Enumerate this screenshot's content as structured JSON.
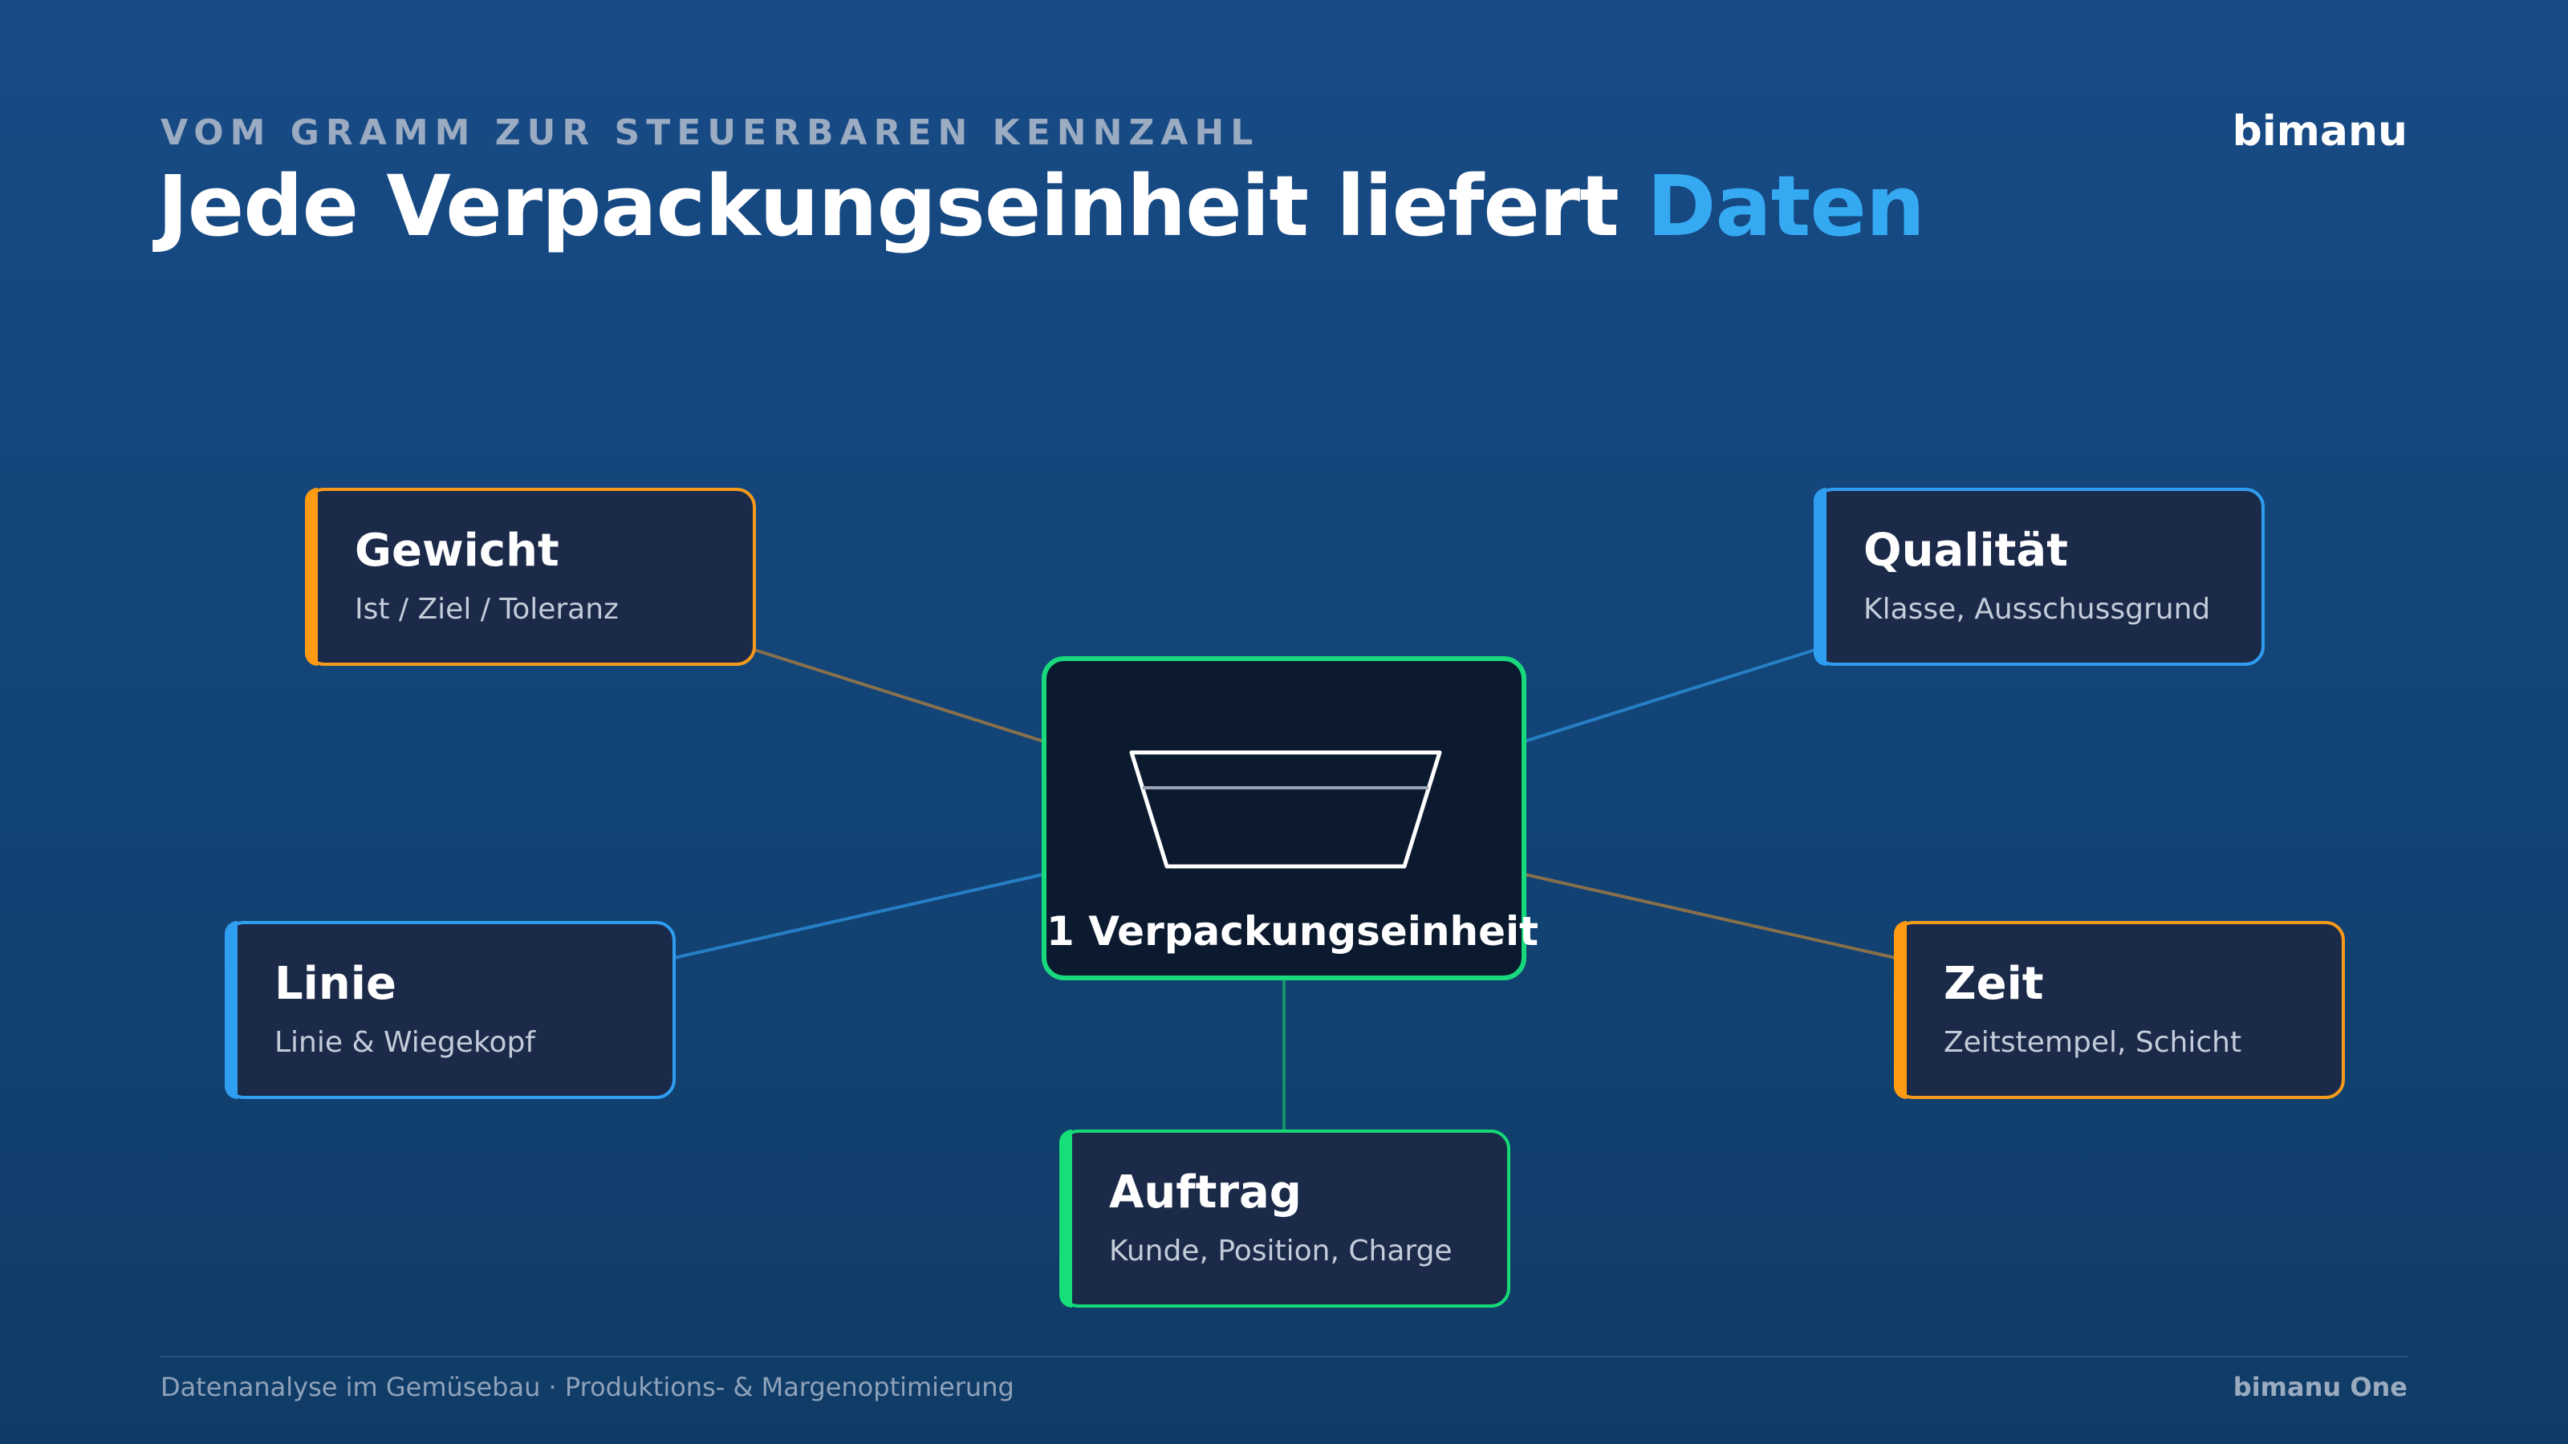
{
  "header": {
    "eyebrow": "VOM GRAMM ZUR STEUERBAREN KENNZAHL",
    "title_main": "Jede Verpackungseinheit liefert ",
    "title_accent": "Daten",
    "brand": "bimanu"
  },
  "center": {
    "label": "1 Verpackungseinheit",
    "icon": "packaging-tray-icon"
  },
  "cards": {
    "gewicht": {
      "label": "Gewicht",
      "desc": "Ist / Ziel / Toleranz",
      "color": "#f59a1b"
    },
    "qualitaet": {
      "label": "Qualität",
      "desc": "Klasse, Ausschussgrund",
      "color": "#2f9df0"
    },
    "linie": {
      "label": "Linie",
      "desc": "Linie & Wiegekopf",
      "color": "#2f9df0"
    },
    "zeit": {
      "label": "Zeit",
      "desc": "Zeitstempel, Schicht",
      "color": "#f59a1b"
    },
    "auftrag": {
      "label": "Auftrag",
      "desc": "Kunde, Position, Charge",
      "color": "#16d877"
    }
  },
  "footer": {
    "left": "Datenanalyse im Gemüsebau · Produktions- & Margenoptimierung",
    "right": "bimanu One"
  },
  "colors": {
    "background": "#184a86",
    "accent": "#35a9f2",
    "center_border": "#18d97b"
  }
}
